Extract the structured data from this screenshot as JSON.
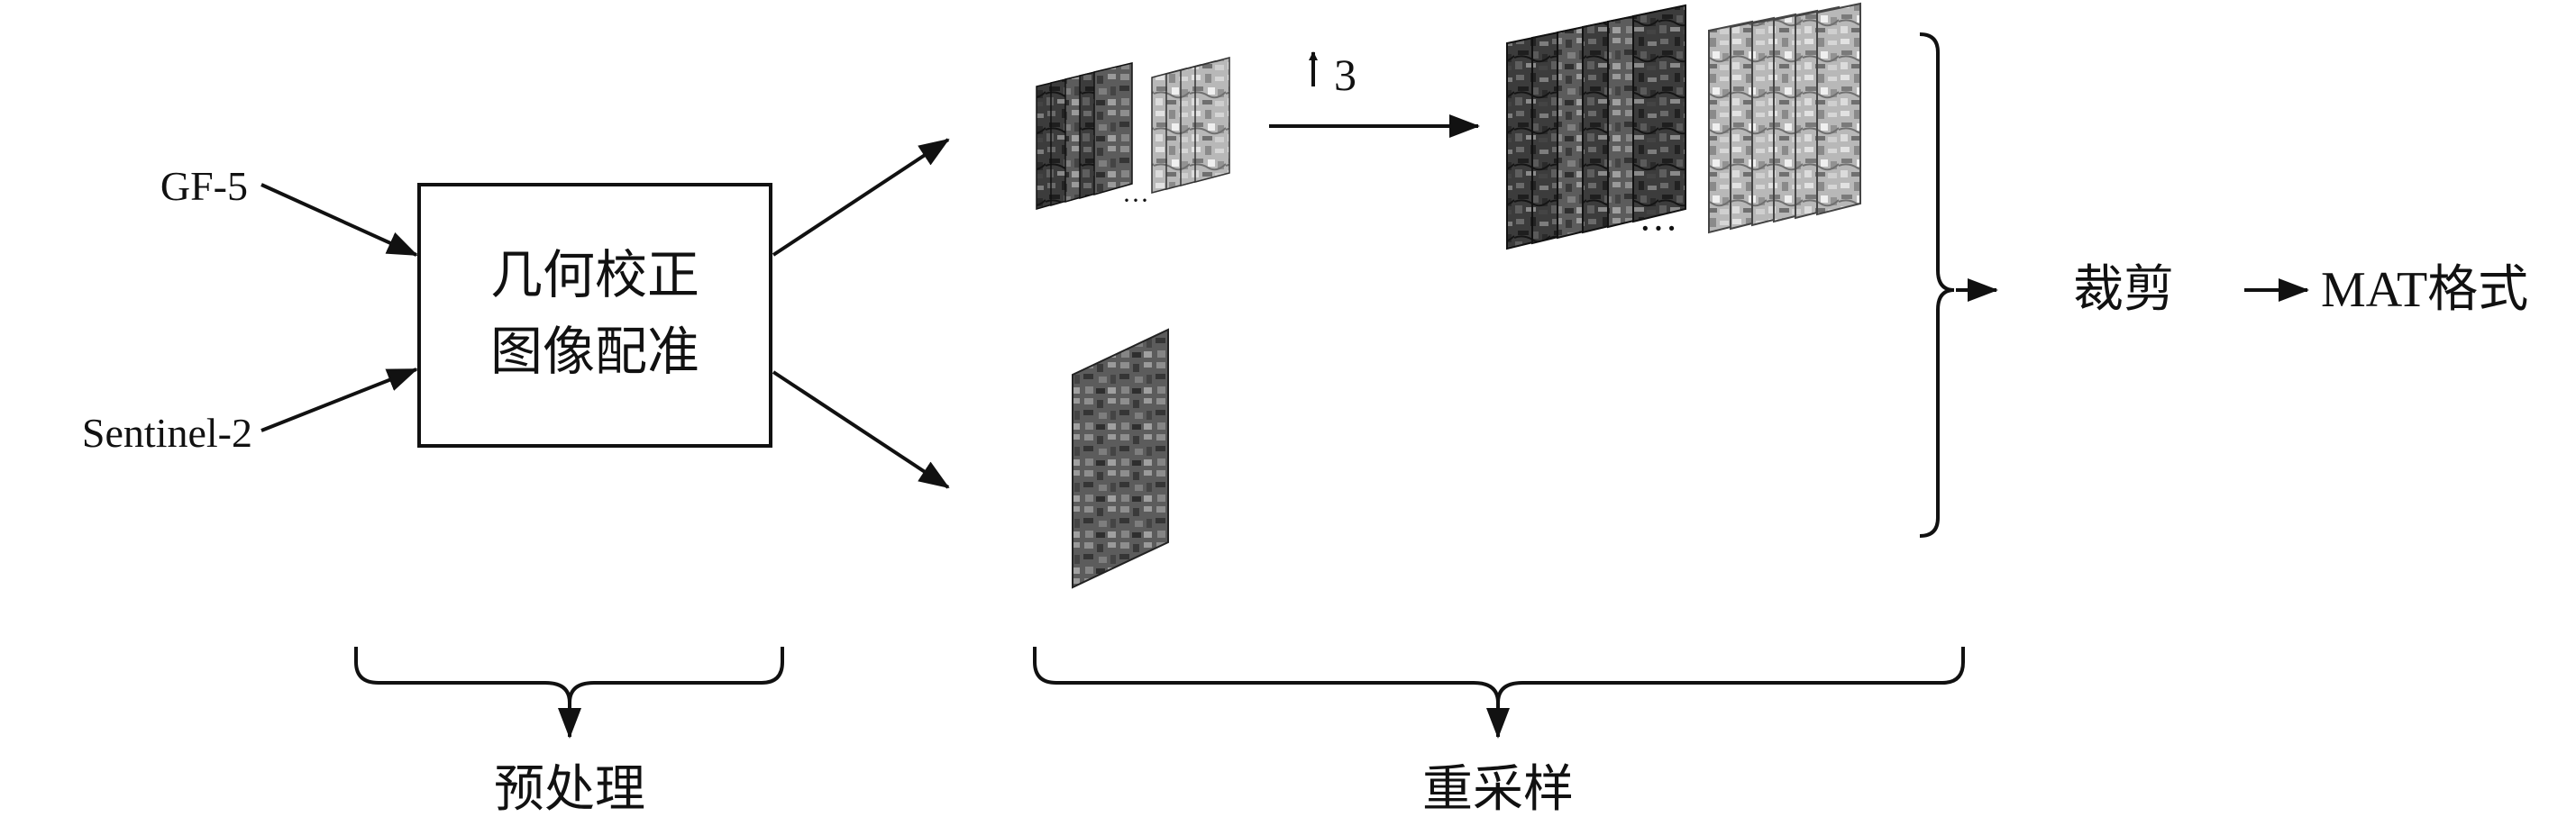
{
  "inputs": {
    "gf5": "GF-5",
    "sentinel2": "Sentinel-2"
  },
  "process_box": {
    "line1": "几何校正",
    "line2": "图像配准"
  },
  "upsample": {
    "arrow_glyph": "↑",
    "factor": "3"
  },
  "output": {
    "crop_label": "裁剪",
    "format_label": "MAT格式"
  },
  "stages": {
    "preprocessing": "预处理",
    "resampling": "重采样"
  },
  "ellipsis": "···",
  "colors": {
    "stroke": "#111111",
    "background": "#ffffff",
    "image_dark": "#3a3a3a",
    "image_light": "#b5b5b5"
  }
}
